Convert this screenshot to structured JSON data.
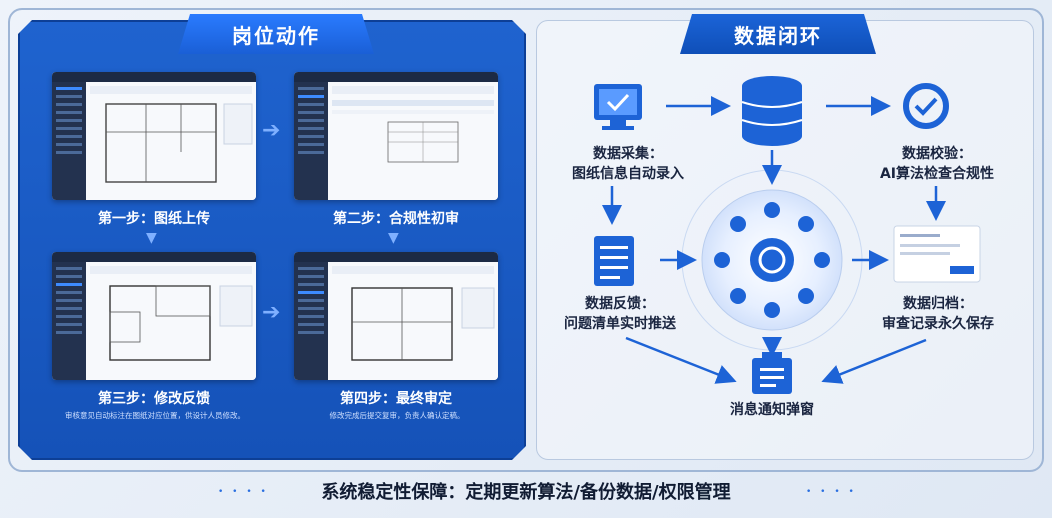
{
  "left": {
    "title": "岗位动作",
    "steps": [
      {
        "label": "第一步：图纸上传"
      },
      {
        "label": "第二步：合规性初审"
      },
      {
        "label": "第三步：修改反馈",
        "desc": "审核意见自动标注在图纸对应位置，供设计人员修改。"
      },
      {
        "label": "第四步：最终审定",
        "desc": "修改完成后提交复审，负责人确认定稿。"
      }
    ]
  },
  "right": {
    "title": "数据闭环",
    "nodes": {
      "collect": "数据采集：\n图纸信息自动录入",
      "check": "数据校验：\nAI算法检查合规性",
      "feedback": "数据反馈：\n问题清单实时推送",
      "archive": "数据归档：\n审查记录永久保存",
      "notify": "消息通知弹窗"
    }
  },
  "footer": {
    "text": "系统稳定性保障：定期更新算法/备份数据/权限管理"
  },
  "colors": {
    "accent": "#1d63d6",
    "panel": "#1a5bc8"
  }
}
